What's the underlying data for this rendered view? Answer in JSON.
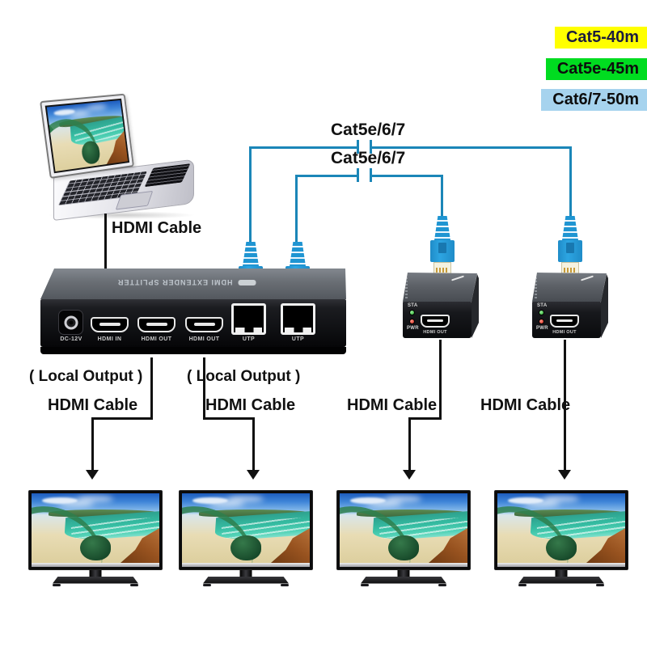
{
  "legend": {
    "items": [
      {
        "label": "Cat5-40m",
        "bg": "#ffff00"
      },
      {
        "label": "Cat5e-45m",
        "bg": "#00dc20"
      },
      {
        "label": "Cat6/7-50m",
        "bg": "#a6d3ee"
      }
    ]
  },
  "cables": {
    "hdmi_from_laptop": "HDMI Cable",
    "cat_upper": "Cat5e/6/7",
    "cat_lower": "Cat5e/6/7",
    "local_output_left": "( Local Output )",
    "local_output_right": "( Local Output )",
    "hdmi_out_1": "HDMI Cable",
    "hdmi_out_2": "HDMI Cable",
    "hdmi_out_3": "HDMI Cable",
    "hdmi_out_4": "HDMI Cable"
  },
  "splitter": {
    "top_print": "HDMI EXTENDER SPLITTER",
    "ports": {
      "dc": "DC-12V",
      "hdmi_in": "HDMI IN",
      "hdmi_out_1": "HDMI OUT",
      "hdmi_out_2": "HDMI OUT",
      "utp_1": "UTP",
      "utp_2": "UTP"
    }
  },
  "receiver_1": {
    "sta": "STA",
    "pwr": "PWR",
    "hdmi_out": "HDMI OUT"
  },
  "receiver_2": {
    "sta": "STA",
    "pwr": "PWR",
    "hdmi_out": "HDMI OUT"
  },
  "colors": {
    "legend_yellow": "#ffff00",
    "legend_green": "#00dc20",
    "legend_blue": "#a6d3ee",
    "cat_line_blue": "#1b86b8",
    "connector_blue": "#1f95d2",
    "led_green": "#1da825",
    "led_red": "#d42015"
  }
}
